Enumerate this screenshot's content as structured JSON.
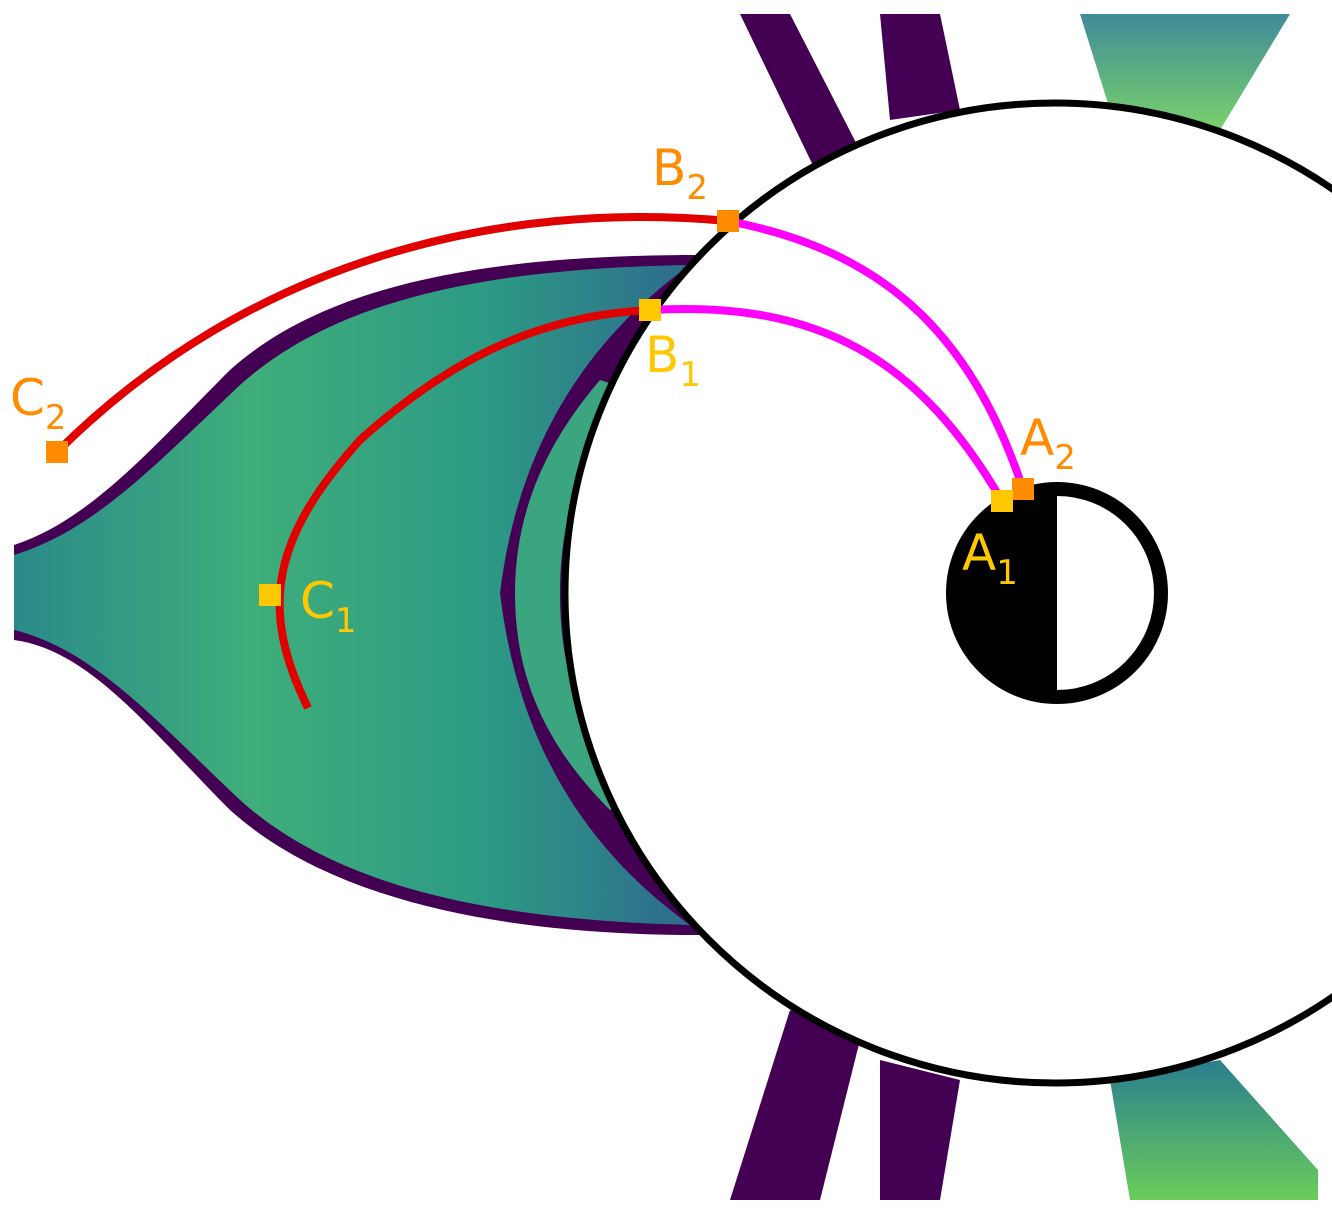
{
  "colors": {
    "field_line_outer": "#e00000",
    "field_line_inner": "#ff00ff",
    "label_set_1": "#ffc800",
    "label_set_2": "#ff8c00",
    "plasma_low": "#440154",
    "plasma_mid": "#2a8a8a",
    "plasma_high": "#5ec962"
  },
  "points": [
    {
      "letter": "A",
      "index": "1",
      "set": 1
    },
    {
      "letter": "A",
      "index": "2",
      "set": 2
    },
    {
      "letter": "B",
      "index": "1",
      "set": 1
    },
    {
      "letter": "B",
      "index": "2",
      "set": 2
    },
    {
      "letter": "C",
      "index": "1",
      "set": 1
    },
    {
      "letter": "C",
      "index": "2",
      "set": 2
    }
  ]
}
